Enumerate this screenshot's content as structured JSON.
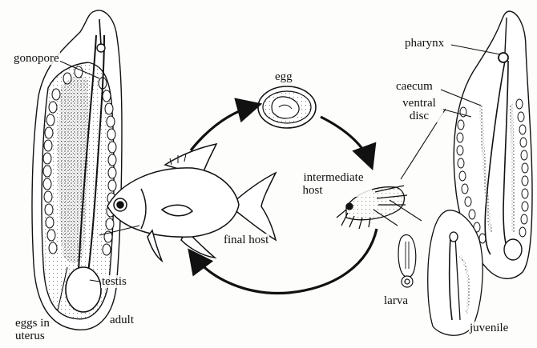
{
  "labels": {
    "gonopore": "gonopore",
    "egg": "egg",
    "pharynx": "pharynx",
    "caecum": "caecum",
    "ventral_disc_1": "ventral",
    "ventral_disc_2": "disc",
    "intermediate_host_1": "intermediate",
    "intermediate_host_2": "host",
    "final_host": "final host",
    "testis": "testis",
    "eggs_in_uterus_1": "eggs in",
    "eggs_in_uterus_2": "uterus",
    "adult": "adult",
    "larva": "larva",
    "juvenile": "juvenile"
  },
  "colors": {
    "ink": "#111111",
    "paper": "#fdfdfb"
  }
}
